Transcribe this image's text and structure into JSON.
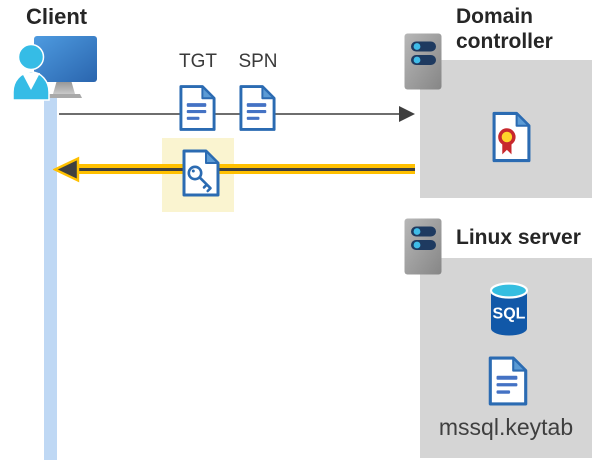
{
  "client": {
    "label": "Client"
  },
  "flow": {
    "tgt_label": "TGT",
    "spn_label": "SPN"
  },
  "domain_controller": {
    "label": "Domain controller"
  },
  "linux_server": {
    "label": "Linux server",
    "sql_badge": "SQL",
    "keytab_label": "mssql.keytab"
  },
  "colors": {
    "accent_yellow": "#ffc000",
    "highlight_yellow": "#faf4d0",
    "doc_blue": "#2b6bb2",
    "doc_fold_blue": "#5b9bd5",
    "doc_line_blue": "#4472c4",
    "box_gray": "#d5d5d5",
    "bar_blue": "#bfd8f4",
    "sql_blue": "#1158a8",
    "sql_cyan": "#35bee0",
    "server_pill_navy": "#1e3a60",
    "server_dot_cyan": "#3fbce8",
    "ribbon_red": "#c8282d",
    "ribbon_gold": "#ffd42a"
  },
  "icons": {
    "client": "user-at-monitor-icon",
    "tgt": "document-icon",
    "spn": "document-icon",
    "session_ticket": "document-key-icon",
    "domain_controller": "server-icon",
    "certificate": "certificate-icon",
    "linux_server": "server-icon",
    "database": "sql-database-icon",
    "keytab_file": "document-icon"
  }
}
